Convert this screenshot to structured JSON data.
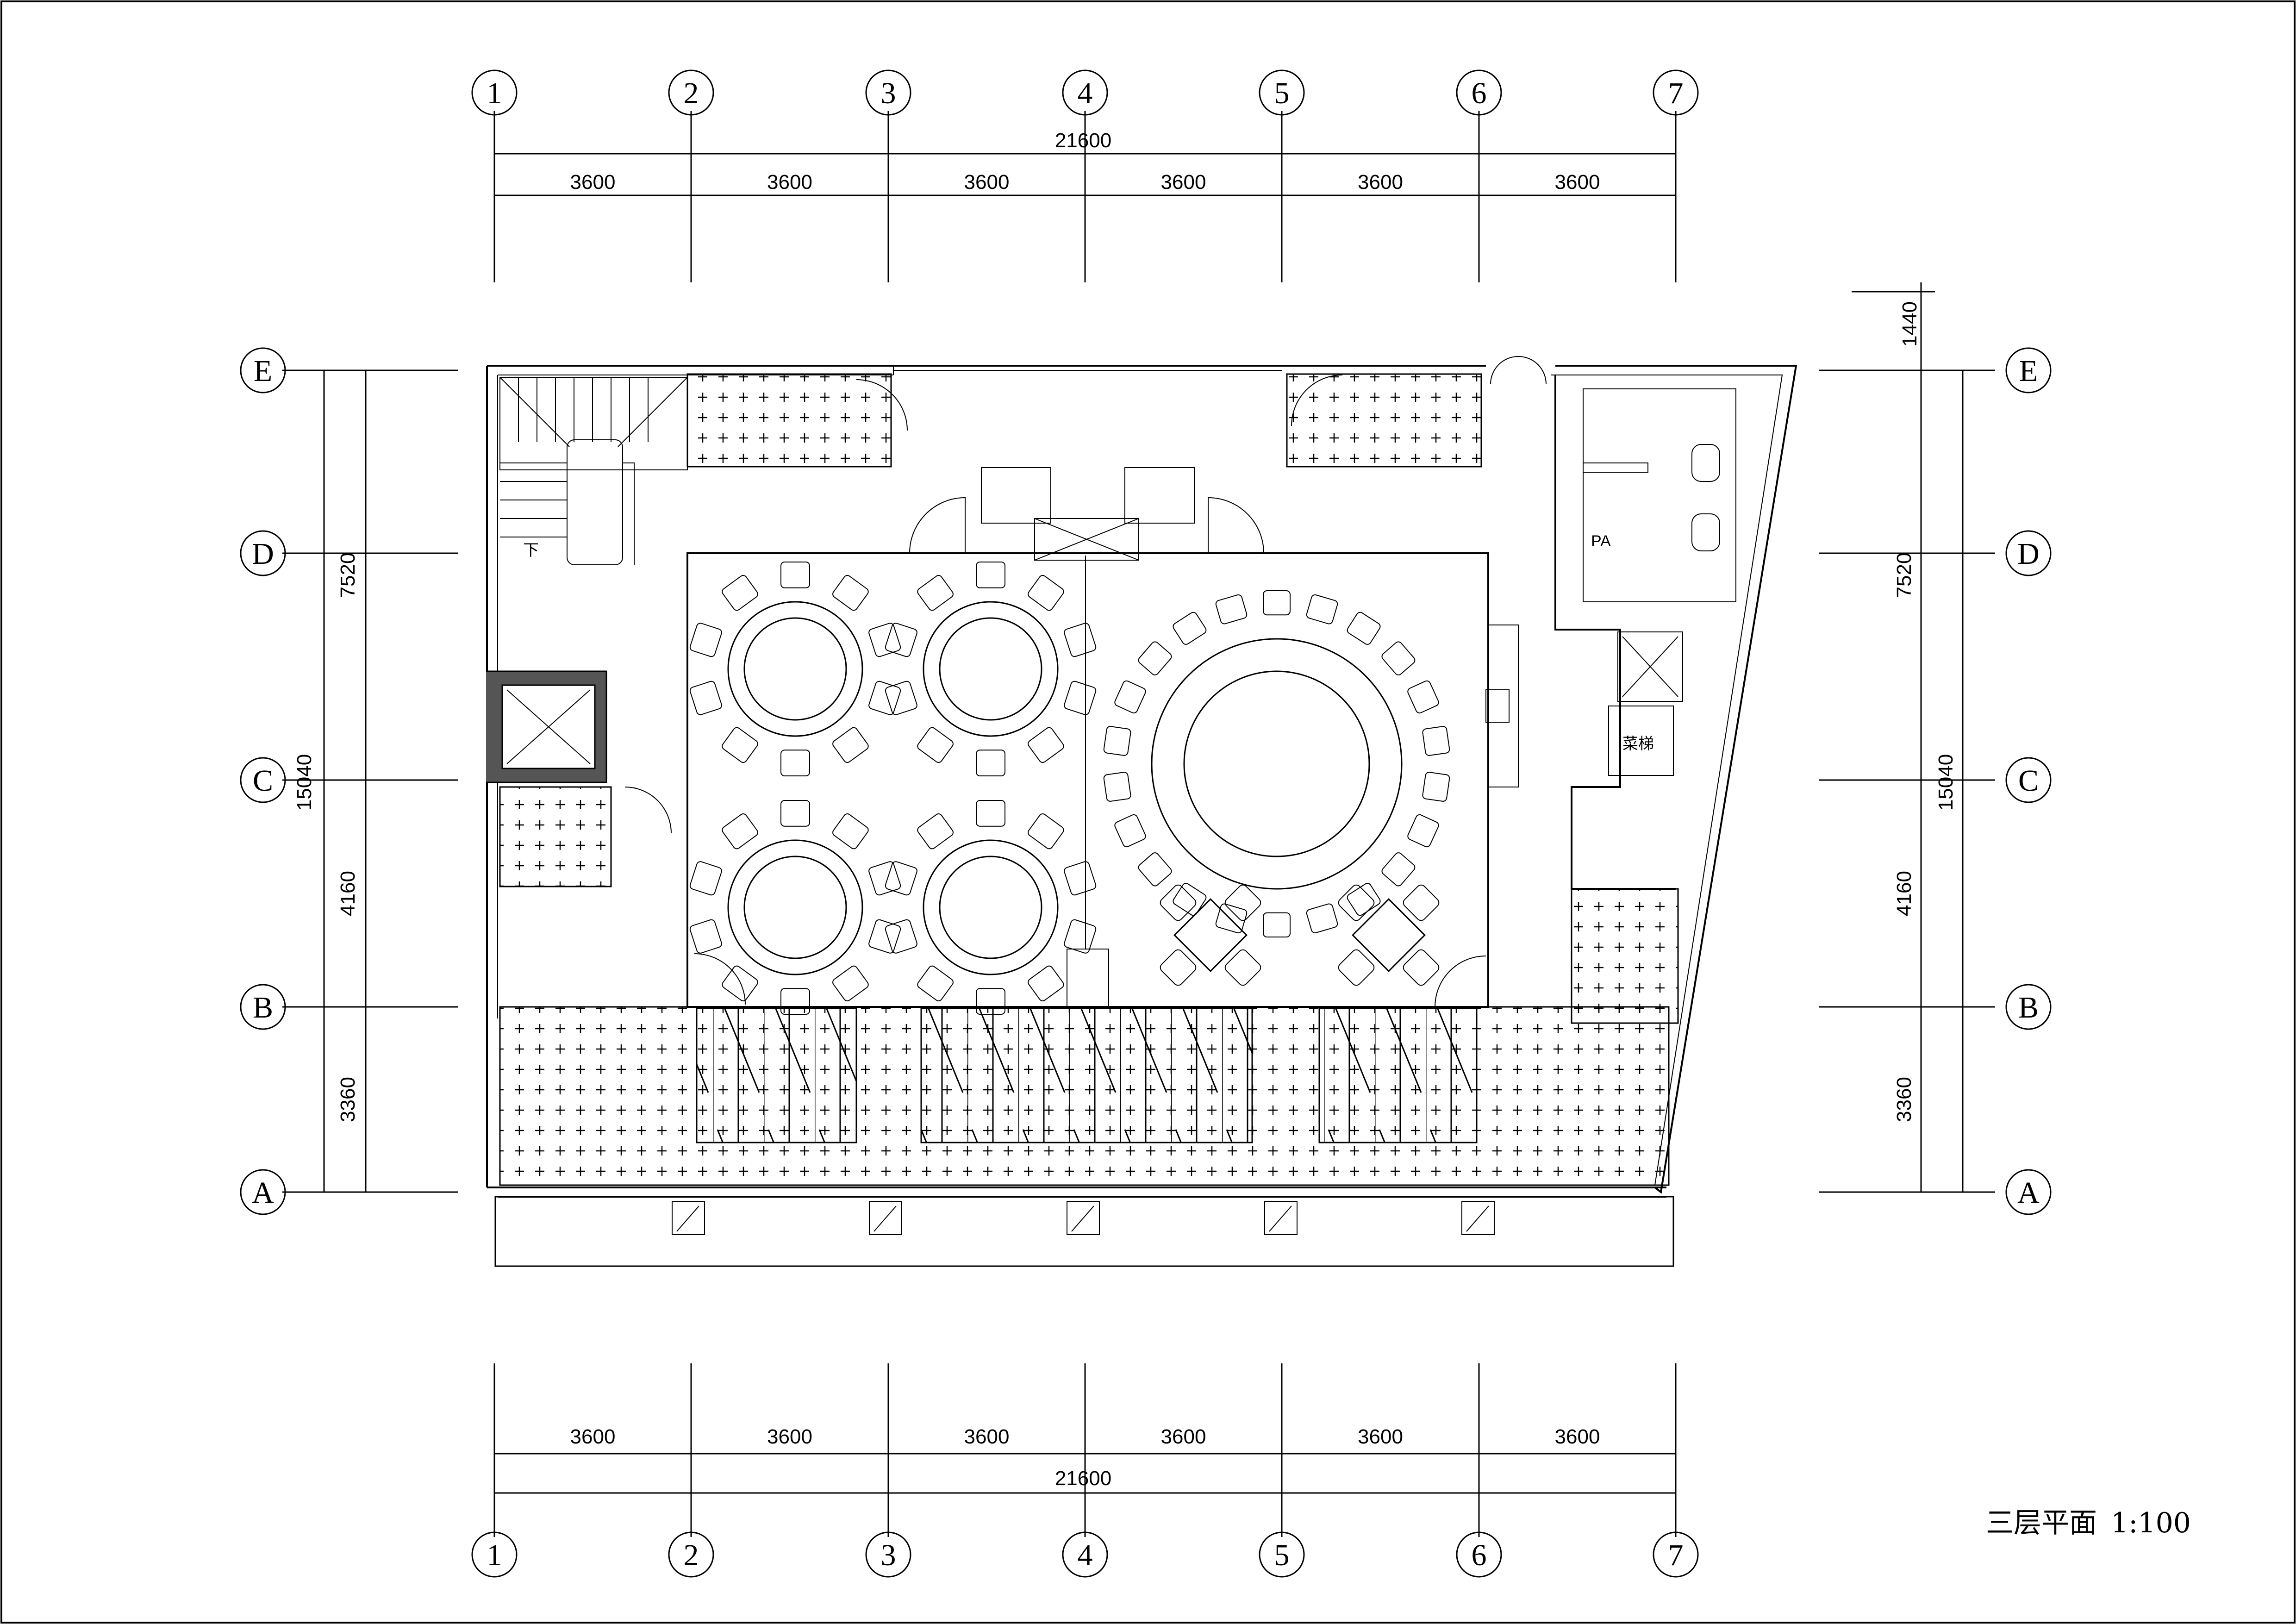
{
  "grid": {
    "columns": [
      "1",
      "2",
      "3",
      "4",
      "5",
      "6",
      "7"
    ],
    "rows": [
      "A",
      "B",
      "C",
      "D",
      "E"
    ]
  },
  "dimensions": {
    "top_total": "21600",
    "top_spans": [
      "3600",
      "3600",
      "3600",
      "3600",
      "3600",
      "3600"
    ],
    "bottom_total": "21600",
    "bottom_spans": [
      "3600",
      "3600",
      "3600",
      "3600",
      "3600",
      "3600"
    ],
    "left_total": "15040",
    "left_spans": [
      "3360",
      "4160",
      "7520"
    ],
    "right_total": "15040",
    "right_spans": [
      "3360",
      "4160",
      "7520"
    ],
    "right_extra": "1440"
  },
  "labels": {
    "stair_down": "下",
    "pa": "PA",
    "dumbwaiter": "菜梯",
    "title": "三层平面",
    "scale": "1:100"
  }
}
